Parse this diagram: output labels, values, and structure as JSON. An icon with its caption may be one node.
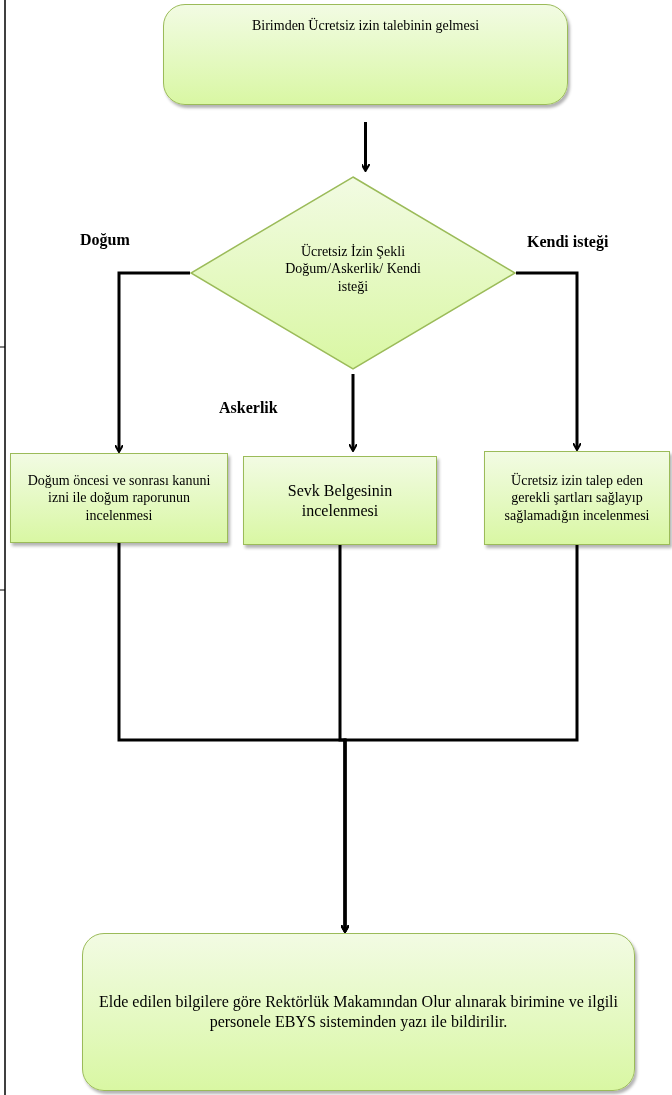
{
  "diagram": {
    "nodes": [
      {
        "text": [
          "Birimden Ücretsiz izin talebinin gelmesi"
        ]
      },
      {
        "text": [
          "Ücretsiz İzin Şekli Doğum/Askerlik/ Kendi isteği"
        ]
      },
      {
        "text": [
          "Doğum öncesi ve sonrası kanuni izni ile doğum raporunun incelenmesi"
        ]
      },
      {
        "text": [
          "Sevk Belgesinin incelenmesi"
        ]
      },
      {
        "text": [
          "Ücretsiz izin talep eden gerekli şartları sağlayıp sağlamadığın incelenmesi"
        ]
      },
      {
        "text": [
          "Elde edilen bilgilere göre Rektörlük Makamından Olur alınarak birimine ve ilgili personele EBYS sisteminden yazı ile bildirilir."
        ]
      }
    ],
    "edges": [
      {
        "from": 0,
        "to": 1,
        "arrow": "to"
      },
      {
        "from": 1,
        "to": 2,
        "arrow": "to",
        "label": "Doğum"
      },
      {
        "from": 1,
        "to": 3,
        "arrow": "to",
        "label": "Askerlik"
      },
      {
        "from": 1,
        "to": 4,
        "arrow": "to",
        "label": "Kendi isteği"
      },
      {
        "from": 2,
        "to": 5,
        "arrow": "to"
      },
      {
        "from": 3,
        "to": 5,
        "arrow": "to"
      },
      {
        "from": 4,
        "to": 5,
        "arrow": "to"
      }
    ]
  }
}
